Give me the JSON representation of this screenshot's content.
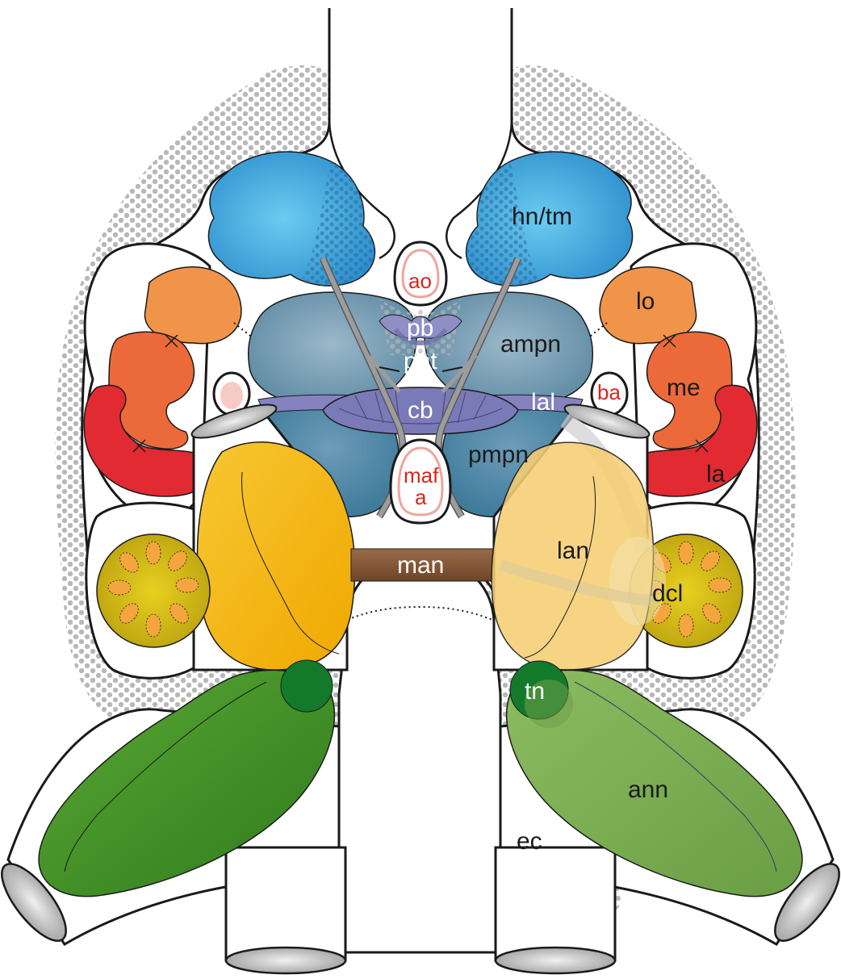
{
  "labels": {
    "hn_tm": "hn/tm",
    "ao": "ao",
    "lo": "lo",
    "pb": "pb",
    "ampn": "ampn",
    "pnt": "pnt",
    "me": "me",
    "ba": "ba",
    "cb": "cb",
    "lal": "lal",
    "pmpn": "pmpn",
    "la": "la",
    "maf": "maf",
    "a": "a",
    "lan": "lan",
    "man": "man",
    "dcl": "dcl",
    "tn": "tn",
    "ann": "ann",
    "ec": "ec"
  },
  "colors": {
    "stipple": "#b3b3b3",
    "hn_blue": "#3a9ad6",
    "hn_light": "#5ec0ea",
    "lo_orange": "#f0944a",
    "me_orange": "#ec6a3a",
    "la_red": "#e22a32",
    "neuropil_blue": "#6c95ad",
    "pb_purple": "#7f7fb8",
    "lan_yellow": "#f5b415",
    "lan_transparent": "#f7cf74",
    "dcl_yellow": "#d8c41a",
    "dcl_cells": "#f4a53e",
    "man_brown": "#8a5a3a",
    "ann_green": "#4d9a2e",
    "ann_light": "#86b25a",
    "tn_green": "#137a2c",
    "red_text": "#d8261c"
  }
}
